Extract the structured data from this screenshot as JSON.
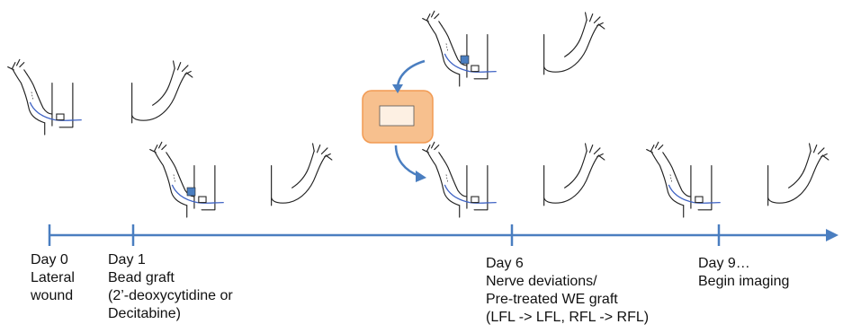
{
  "timeline": {
    "axis_color": "#4a7ec0",
    "milestones": [
      {
        "id": "day0",
        "lines": [
          "Day 0",
          "Lateral",
          "wound"
        ]
      },
      {
        "id": "day1",
        "lines": [
          "Day 1",
          "Bead graft",
          "(2’-deoxycytidine or",
          "Decitabine)"
        ]
      },
      {
        "id": "day6",
        "lines": [
          "Day 6",
          "Nerve deviations/",
          "Pre-treated WE graft",
          "(LFL -> LFL, RFL -> RFL)"
        ]
      },
      {
        "id": "day9",
        "lines": [
          "Day 9…",
          "Begin imaging"
        ]
      }
    ]
  },
  "colors": {
    "limb_outline": "#222222",
    "nerve": "#3f63c4",
    "bead": "#4a7ec0",
    "dish_fill": "#f7c08e",
    "dish_stroke": "#f29a52",
    "dish_inner": "#fdf0e3",
    "arrow": "#4a7ec0"
  },
  "icons": {
    "limb_with_nerve": "axolotl-limb-with-nerve-icon",
    "limb_plain": "axolotl-limb-icon",
    "culture_dish": "culture-dish-icon"
  }
}
